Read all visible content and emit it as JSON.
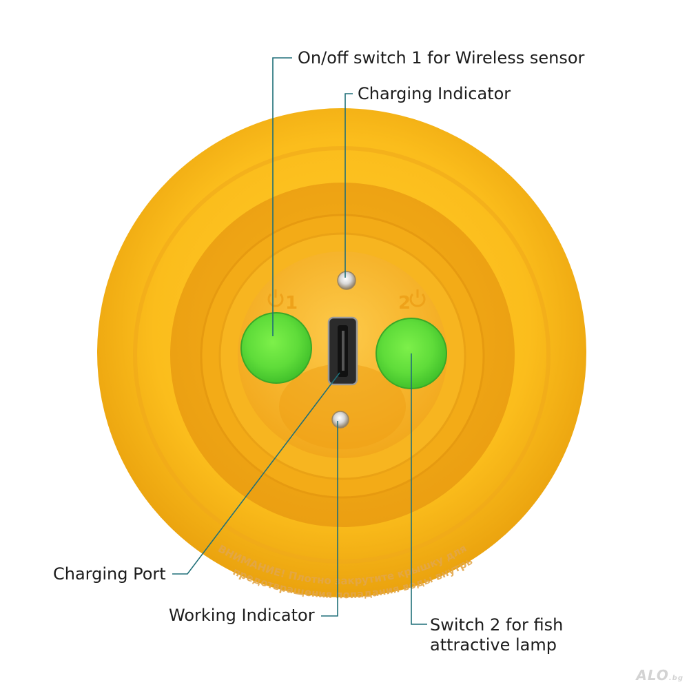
{
  "labels": {
    "onoff_switch": "On/off switch 1 for Wireless sensor",
    "charging_indicator": "Charging Indicator",
    "charging_port": "Charging Port",
    "working_indicator": "Working Indicator",
    "switch2_line1": "Switch 2 for fish",
    "switch2_line2": "attractive lamp"
  },
  "device": {
    "switch1_mark": "1",
    "switch2_mark": "2",
    "warning_line1": "ВНИМАНИЕ! Плотно закрутите крышку для",
    "warning_line2": "предотвращения попадания воды внутрь"
  },
  "watermark": {
    "main": "ALO",
    "suffix": ".bg"
  },
  "colors": {
    "body_yellow": "#f9b91a",
    "button_green": "#5fdc3a",
    "leader_line": "#1f6f78"
  }
}
